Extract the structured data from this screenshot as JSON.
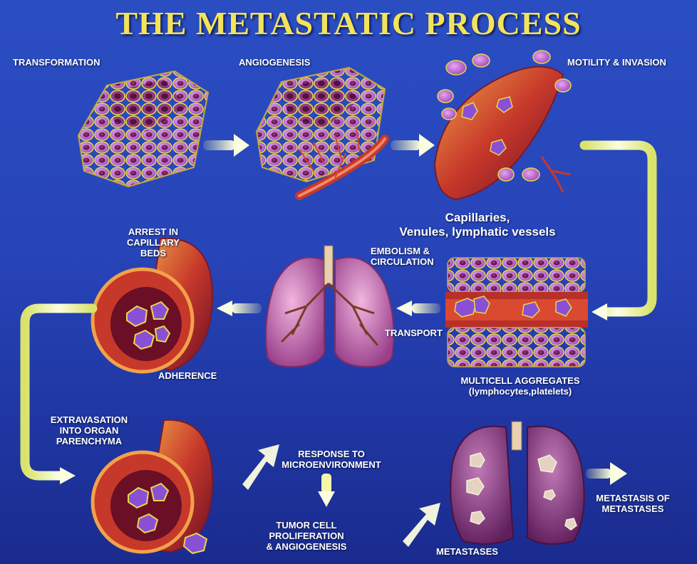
{
  "title": "THE METASTATIC PROCESS",
  "stages": {
    "transformation": "TRANSFORMATION",
    "angiogenesis": "ANGIOGENESIS",
    "motility_invasion": "MOTILITY & INVASION",
    "capillaries_line1": "Capillaries,",
    "capillaries_line2": "Venules, lymphatic vessels",
    "embolism_line1": "EMBOLISM &",
    "embolism_line2": "CIRCULATION",
    "transport": "TRANSPORT",
    "multicell_line1": "MULTICELL AGGREGATES",
    "multicell_line2": "(lymphocytes,platelets)",
    "arrest_line1": "ARREST IN",
    "arrest_line2": "CAPILLARY",
    "arrest_line3": "BEDS",
    "adherence": "ADHERENCE",
    "extravasation_line1": "EXTRAVASATION",
    "extravasation_line2": "INTO ORGAN",
    "extravasation_line3": "PARENCHYMA",
    "response_line1": "RESPONSE TO",
    "response_line2": "MICROENVIRONMENT",
    "tumor_line1": "TUMOR CELL",
    "tumor_line2": "PROLIFERATION",
    "tumor_line3": "& ANGIOGENESIS",
    "metastases": "METASTASES",
    "metastasis_of_line1": "METASTASIS OF",
    "metastasis_of_line2": "METASTASES"
  },
  "colors": {
    "background": "#2744b8",
    "title": "#f3e35a",
    "arrow": "#f4f7a8",
    "cell": "#c77ad8",
    "nucleus": "#6a1f55",
    "tumor": "#8b4fd6",
    "vessel": "#d8452a",
    "lung": "#c86aa8"
  }
}
